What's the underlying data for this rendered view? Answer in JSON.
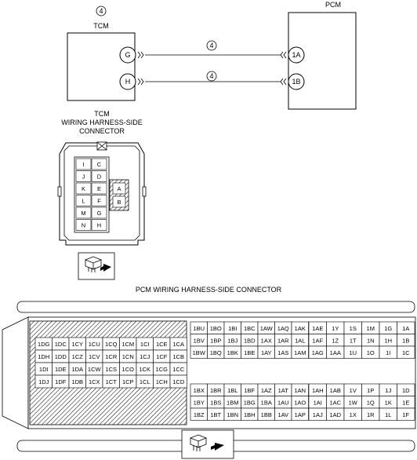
{
  "pcm_label": "PCM",
  "tcm_number": "4",
  "tcm_label": "TCM",
  "tcm_pins": [
    "G",
    "H"
  ],
  "pcm_pins": [
    "1A",
    "1B"
  ],
  "wire_numbers": [
    "4",
    "4"
  ],
  "tcm_connector_title": [
    "TCM",
    "WIRING HARNESS-SIDE",
    "CONNECTOR"
  ],
  "tcm_connector_pins": [
    [
      "I",
      "C"
    ],
    [
      "J",
      "D"
    ],
    [
      "K",
      "E"
    ],
    [
      "L",
      "F"
    ],
    [
      "M",
      "G"
    ],
    [
      "N",
      "H"
    ]
  ],
  "tcm_connector_inner_pins": [
    "A",
    "B"
  ],
  "pcm_connector_title": "PCM WIRING HARNESS-SIDE CONNECTOR",
  "pcm_block1": [
    [
      "1DG",
      "1DC",
      "1CY",
      "1CU",
      "1CQ",
      "1CM",
      "1CI",
      "1CE",
      "1CA"
    ],
    [
      "1DH",
      "1DD",
      "1CZ",
      "1CV",
      "1CR",
      "1CN",
      "1CJ",
      "1CF",
      "1CB"
    ],
    [
      "1DI",
      "1DE",
      "1DA",
      "1CW",
      "1CS",
      "1CO",
      "1CK",
      "1CG",
      "1CC"
    ],
    [
      "1DJ",
      "1DF",
      "1DB",
      "1CX",
      "1CT",
      "1CP",
      "1CL",
      "1CH",
      "1CD"
    ]
  ],
  "pcm_block2_top": [
    [
      "1BU",
      "1BO",
      "1BI",
      "1BC",
      "1AW",
      "1AQ",
      "1AK"
    ],
    [
      "1BV",
      "1BP",
      "1BJ",
      "1BD",
      "1AX",
      "1AR",
      "1AL"
    ],
    [
      "1BW",
      "1BQ",
      "1BK",
      "1BE",
      "1AY",
      "1AS",
      "1AM"
    ]
  ],
  "pcm_block2_bottom": [
    [
      "1BX",
      "1BR",
      "1BL",
      "1BF",
      "1AZ",
      "1AT",
      "1AN"
    ],
    [
      "1BY",
      "1BS",
      "1BM",
      "1BG",
      "1BA",
      "1AU",
      "1AO"
    ],
    [
      "1BZ",
      "1BT",
      "1BN",
      "1BH",
      "1BB",
      "1AV",
      "1AP"
    ]
  ],
  "pcm_block3_top": [
    [
      "1AE",
      "1Y",
      "1S",
      "1M",
      "1G",
      "1A"
    ],
    [
      "1AF",
      "1Z",
      "1T",
      "1N",
      "1H",
      "1B"
    ],
    [
      "1AG",
      "1AA",
      "1U",
      "1O",
      "1I",
      "1C"
    ]
  ],
  "pcm_block3_bottom": [
    [
      "1AH",
      "1AB",
      "1V",
      "1P",
      "1J",
      "1D"
    ],
    [
      "1AI",
      "1AC",
      "1W",
      "1Q",
      "1K",
      "1E"
    ],
    [
      "1AJ",
      "1AD",
      "1X",
      "1R",
      "1L",
      "1F"
    ]
  ]
}
